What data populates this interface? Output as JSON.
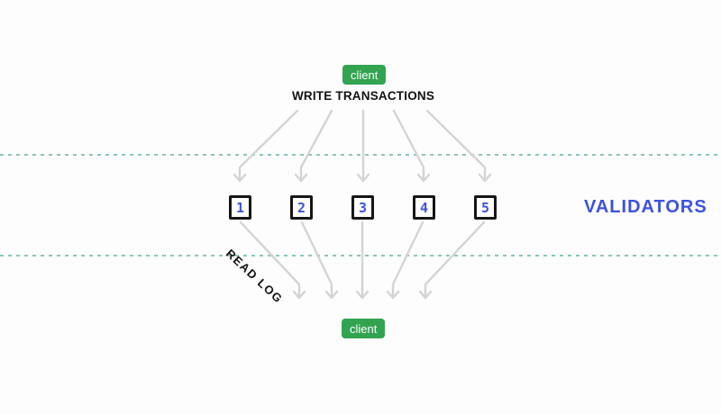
{
  "diagram": {
    "top_client_label": "client",
    "bottom_client_label": "client",
    "write_transactions_label": "WRITE TRANSACTIONS",
    "read_log_label": "READ LOG",
    "validators_label": "VALIDATORS",
    "validators": [
      "1",
      "2",
      "3",
      "4",
      "5"
    ],
    "colors": {
      "client_badge_green": "#32a350",
      "validator_blue": "#3b52e0",
      "arrow_gray": "#d4d4d4",
      "replication_line_teal": "#8cc8ac",
      "box_border_black": "#161616",
      "text_black": "#111111",
      "background": "#fdfdfd"
    }
  }
}
